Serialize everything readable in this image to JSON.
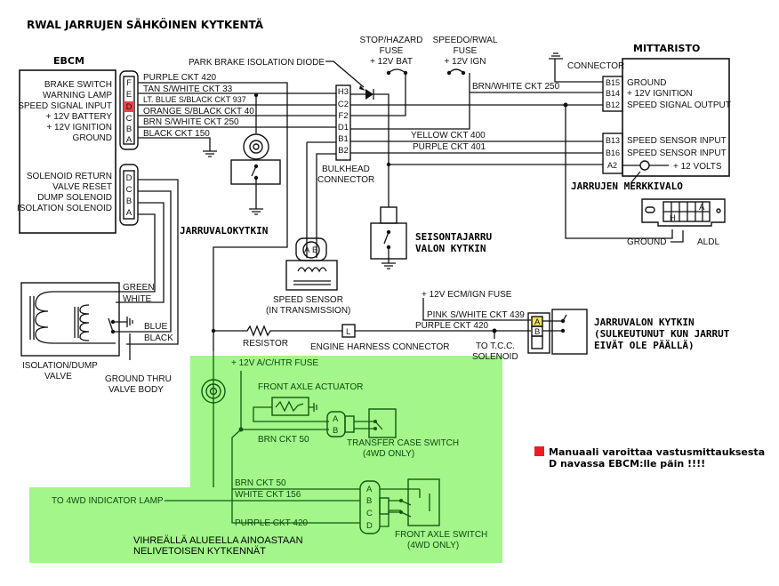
{
  "title": "RWAL JARRUJEN SÄHKÖINEN KYTKENTÄ",
  "colors": {
    "highlight_green": "#a2f68a",
    "pin_d_red": "#e8434b",
    "pin_a_yellow": "#f2e35a",
    "legend_red": "#ee1b24",
    "wire": "#111111"
  },
  "ebcm": {
    "title": "EBCM",
    "upper_labels": [
      "BRAKE SWITCH",
      "WARNING LAMP",
      "SPEED SIGNAL INPUT",
      "+ 12V BATTERY",
      "+ 12V IGNITION",
      "GROUND"
    ],
    "upper_pins": [
      "F",
      "E",
      "D",
      "C",
      "B",
      "A"
    ],
    "lower_labels": [
      "SOLENOID RETURN",
      "VALVE RESET",
      "DUMP SOLENOID",
      "ISOLATION SOLENOID"
    ],
    "lower_pins": [
      "D",
      "C",
      "B",
      "A"
    ]
  },
  "wires_top": [
    "PURPLE CKT 420",
    "TAN S/WHITE CKT 33",
    "LT. BLUE S/BLACK CKT 937",
    "ORANGE S/BLACK CKT  40",
    "BRN S/WHITE CKT 250",
    "BLACK CKT 150"
  ],
  "park_brake_diode": "PARK BRAKE ISOLATION DIODE",
  "fuses": {
    "stop_hazard": [
      "STOP/HAZARD",
      "FUSE",
      "+ 12V BAT"
    ],
    "speedo_rwal": [
      "SPEEDO/RWAL",
      "FUSE",
      "+ 12V IGN"
    ]
  },
  "bulkhead": {
    "pins": [
      "H3",
      "C2",
      "F2",
      "D1",
      "B1",
      "B2"
    ],
    "label": [
      "BULKHEAD",
      "CONNECTOR"
    ]
  },
  "wires_mid": {
    "brn_white": "BRN/WHITE CKT 250",
    "yellow": "YELLOW CKT 400",
    "purple401": "PURPLE CKT 401"
  },
  "mittaristo": {
    "title": "MITTARISTO",
    "connector_label": "CONNECTOR",
    "pins": [
      "B15",
      "B14",
      "B12",
      "B13",
      "B16",
      "A2"
    ],
    "labels": [
      "GROUND",
      "+ 12V IGNITION",
      "SPEED SIGNAL OUTPUT",
      "SPEED SENSOR INPUT",
      "SPEED SENSOR INPUT",
      "+ 12 VOLTS"
    ],
    "lamp_label": "JARRUJEN MERKKIVALO"
  },
  "aldl": {
    "label": "ALDL",
    "ground_label": "GROUND",
    "pin_a": "A",
    "pin_h": "H"
  },
  "jarruvalokytkin": "JARRUVALOKYTKIN",
  "seisontajarru": [
    "SEISONTAJARRU",
    "VALON KYTKIN"
  ],
  "speed_sensor": {
    "pins": [
      "A",
      "B"
    ],
    "label": [
      "SPEED SENSOR",
      "(IN TRANSMISSION)"
    ]
  },
  "valve": {
    "wires": [
      "GREEN",
      "WHITE",
      "BLUE",
      "BLACK"
    ],
    "label": [
      "ISOLATION/DUMP",
      "VALVE"
    ],
    "ground_label": [
      "GROUND THRU",
      "VALVE BODY"
    ]
  },
  "harness": {
    "resistor": "RESISTOR",
    "connector_pin": "L",
    "connector_label": "ENGINE HARNESS  CONNECTOR",
    "ecm_fuse": "+ 12V ECM/IGN FUSE",
    "pink_wire": "PINK S/WHITE CKT 439",
    "purple_wire": "PURPLE CKT 420",
    "tcc": [
      "TO T.C.C.",
      "SOLENOID"
    ]
  },
  "brake_light_switch": {
    "pins": [
      "A",
      "B"
    ],
    "label": [
      "JARRUVALON KYTKIN",
      "(SULKEUTUNUT KUN JARRUT",
      "EIVÄT OLE PÄÄLLÄ)"
    ]
  },
  "four_wd": {
    "fuse": "+ 12V A/C/HTR FUSE",
    "actuator": "FRONT AXLE ACTUATOR",
    "brn50a": "BRN CKT 50",
    "tc_pins": [
      "A",
      "B"
    ],
    "tc_switch": [
      "TRANSFER CASE SWITCH",
      "(4WD ONLY)"
    ],
    "brn50b": "BRN CKT 50",
    "white156": "WHITE CKT 156",
    "purple420": "PURPLE CKT 420",
    "indicator": "TO 4WD INDICATOR LAMP",
    "fa_pins": [
      "A",
      "B",
      "C",
      "D"
    ],
    "fa_switch": [
      "FRONT AXLE SWITCH",
      "(4WD ONLY)"
    ],
    "note": [
      "VIHREÄLLÄ ALUEELLA AINOASTAAN",
      "NELIVETOISEN KYTKENNÄT"
    ]
  },
  "warning_note": [
    "Manuaali varoittaa vastusmittauksesta",
    "D navassa  EBCM:lle päin !!!!"
  ]
}
